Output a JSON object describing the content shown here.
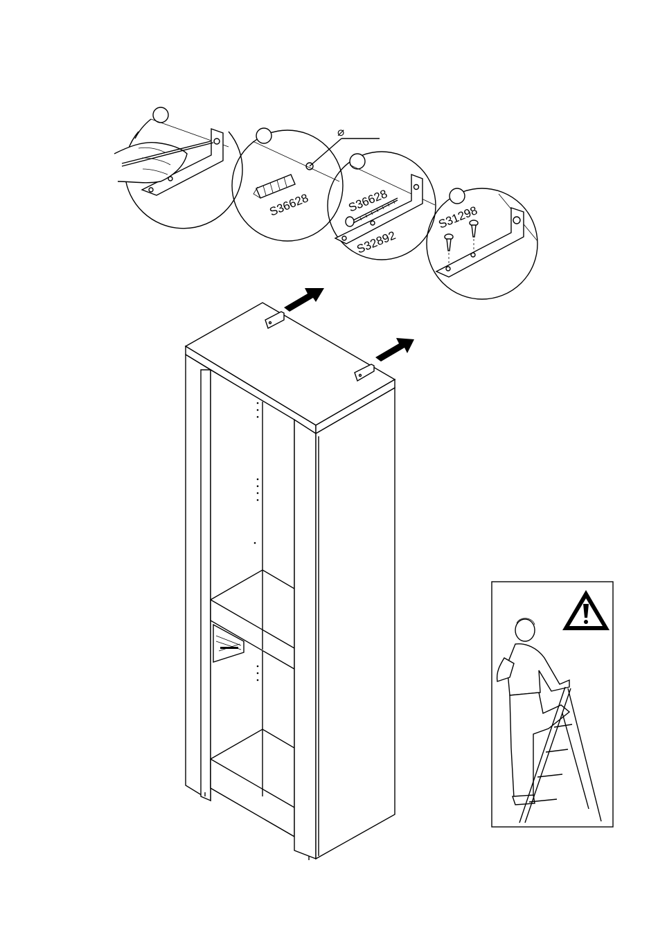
{
  "steps": [
    {
      "part_codes": []
    },
    {
      "part_codes": [
        "S36628"
      ]
    },
    {
      "part_codes": [
        "S36628",
        "S32892"
      ]
    },
    {
      "part_codes": [
        "S31298"
      ]
    }
  ],
  "diameter_symbol": "⌀",
  "illustrations": {
    "cabinet": "tall-cabinet",
    "warning": "person-on-stepladder-with-warning-sign"
  },
  "colors": {
    "ink": "#000000",
    "paper": "#ffffff"
  }
}
